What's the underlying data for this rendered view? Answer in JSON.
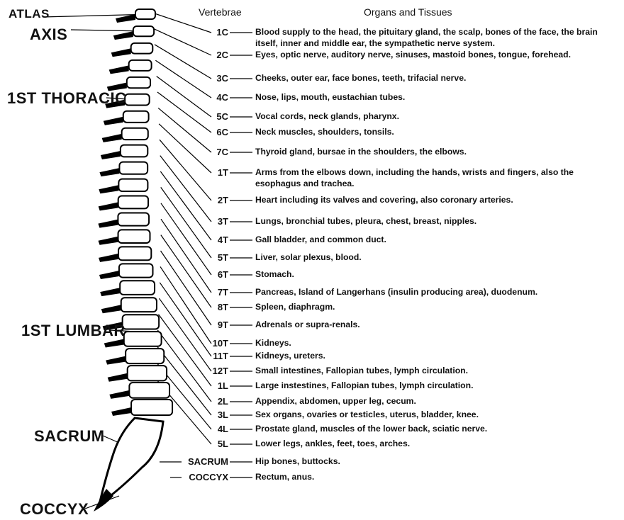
{
  "headers": {
    "vertebrae": "Vertebrae",
    "organs": "Organs and Tissues"
  },
  "labels": {
    "atlas": "ATLAS",
    "axis": "AXIS",
    "thoracic": "1ST THORACIC",
    "lumbar": "1ST LUMBAR",
    "sacrum": "SACRUM",
    "coccyx": "COCCYX"
  },
  "rows": [
    {
      "code": "1C",
      "desc": "Blood supply to the head, the pituitary gland, the scalp, bones of the face, the brain itself, inner and middle ear, the sympathetic nerve system."
    },
    {
      "code": "2C",
      "desc": "Eyes, optic nerve, auditory nerve, sinuses, mastoid bones, tongue, forehead."
    },
    {
      "code": "3C",
      "desc": "Cheeks, outer ear, face bones, teeth, trifacial nerve."
    },
    {
      "code": "4C",
      "desc": "Nose, lips, mouth, eustachian tubes."
    },
    {
      "code": "5C",
      "desc": "Vocal cords, neck glands, pharynx."
    },
    {
      "code": "6C",
      "desc": "Neck muscles, shoulders, tonsils."
    },
    {
      "code": "7C",
      "desc": "Thyroid gland, bursae in the shoulders, the elbows."
    },
    {
      "code": "1T",
      "desc": "Arms from the elbows down, including the hands, wrists and fingers, also the esophagus and trachea."
    },
    {
      "code": "2T",
      "desc": "Heart including its valves and covering, also coronary arteries."
    },
    {
      "code": "3T",
      "desc": "Lungs, bronchial tubes, pleura, chest, breast, nipples."
    },
    {
      "code": "4T",
      "desc": "Gall bladder, and common duct."
    },
    {
      "code": "5T",
      "desc": "Liver, solar plexus, blood."
    },
    {
      "code": "6T",
      "desc": "Stomach."
    },
    {
      "code": "7T",
      "desc": "Pancreas, Island of Langerhans (insulin producing area), duodenum."
    },
    {
      "code": "8T",
      "desc": "Spleen, diaphragm."
    },
    {
      "code": "9T",
      "desc": "Adrenals or supra-renals."
    },
    {
      "code": "10T",
      "desc": "Kidneys."
    },
    {
      "code": "11T",
      "desc": "Kidneys, ureters."
    },
    {
      "code": "12T",
      "desc": "Small intestines, Fallopian tubes, lymph circulation."
    },
    {
      "code": "1L",
      "desc": "Large instestines, Fallopian tubes, lymph circulation."
    },
    {
      "code": "2L",
      "desc": "Appendix, abdomen, upper leg, cecum."
    },
    {
      "code": "3L",
      "desc": "Sex organs, ovaries or testicles, uterus, bladder, knee."
    },
    {
      "code": "4L",
      "desc": "Prostate gland, muscles of the lower back, sciatic nerve."
    },
    {
      "code": "5L",
      "desc": "Lower legs, ankles, feet, toes, arches."
    },
    {
      "code": "SACRUM",
      "desc": "Hip bones, buttocks."
    },
    {
      "code": "COCCYX",
      "desc": "Rectum, anus."
    }
  ]
}
